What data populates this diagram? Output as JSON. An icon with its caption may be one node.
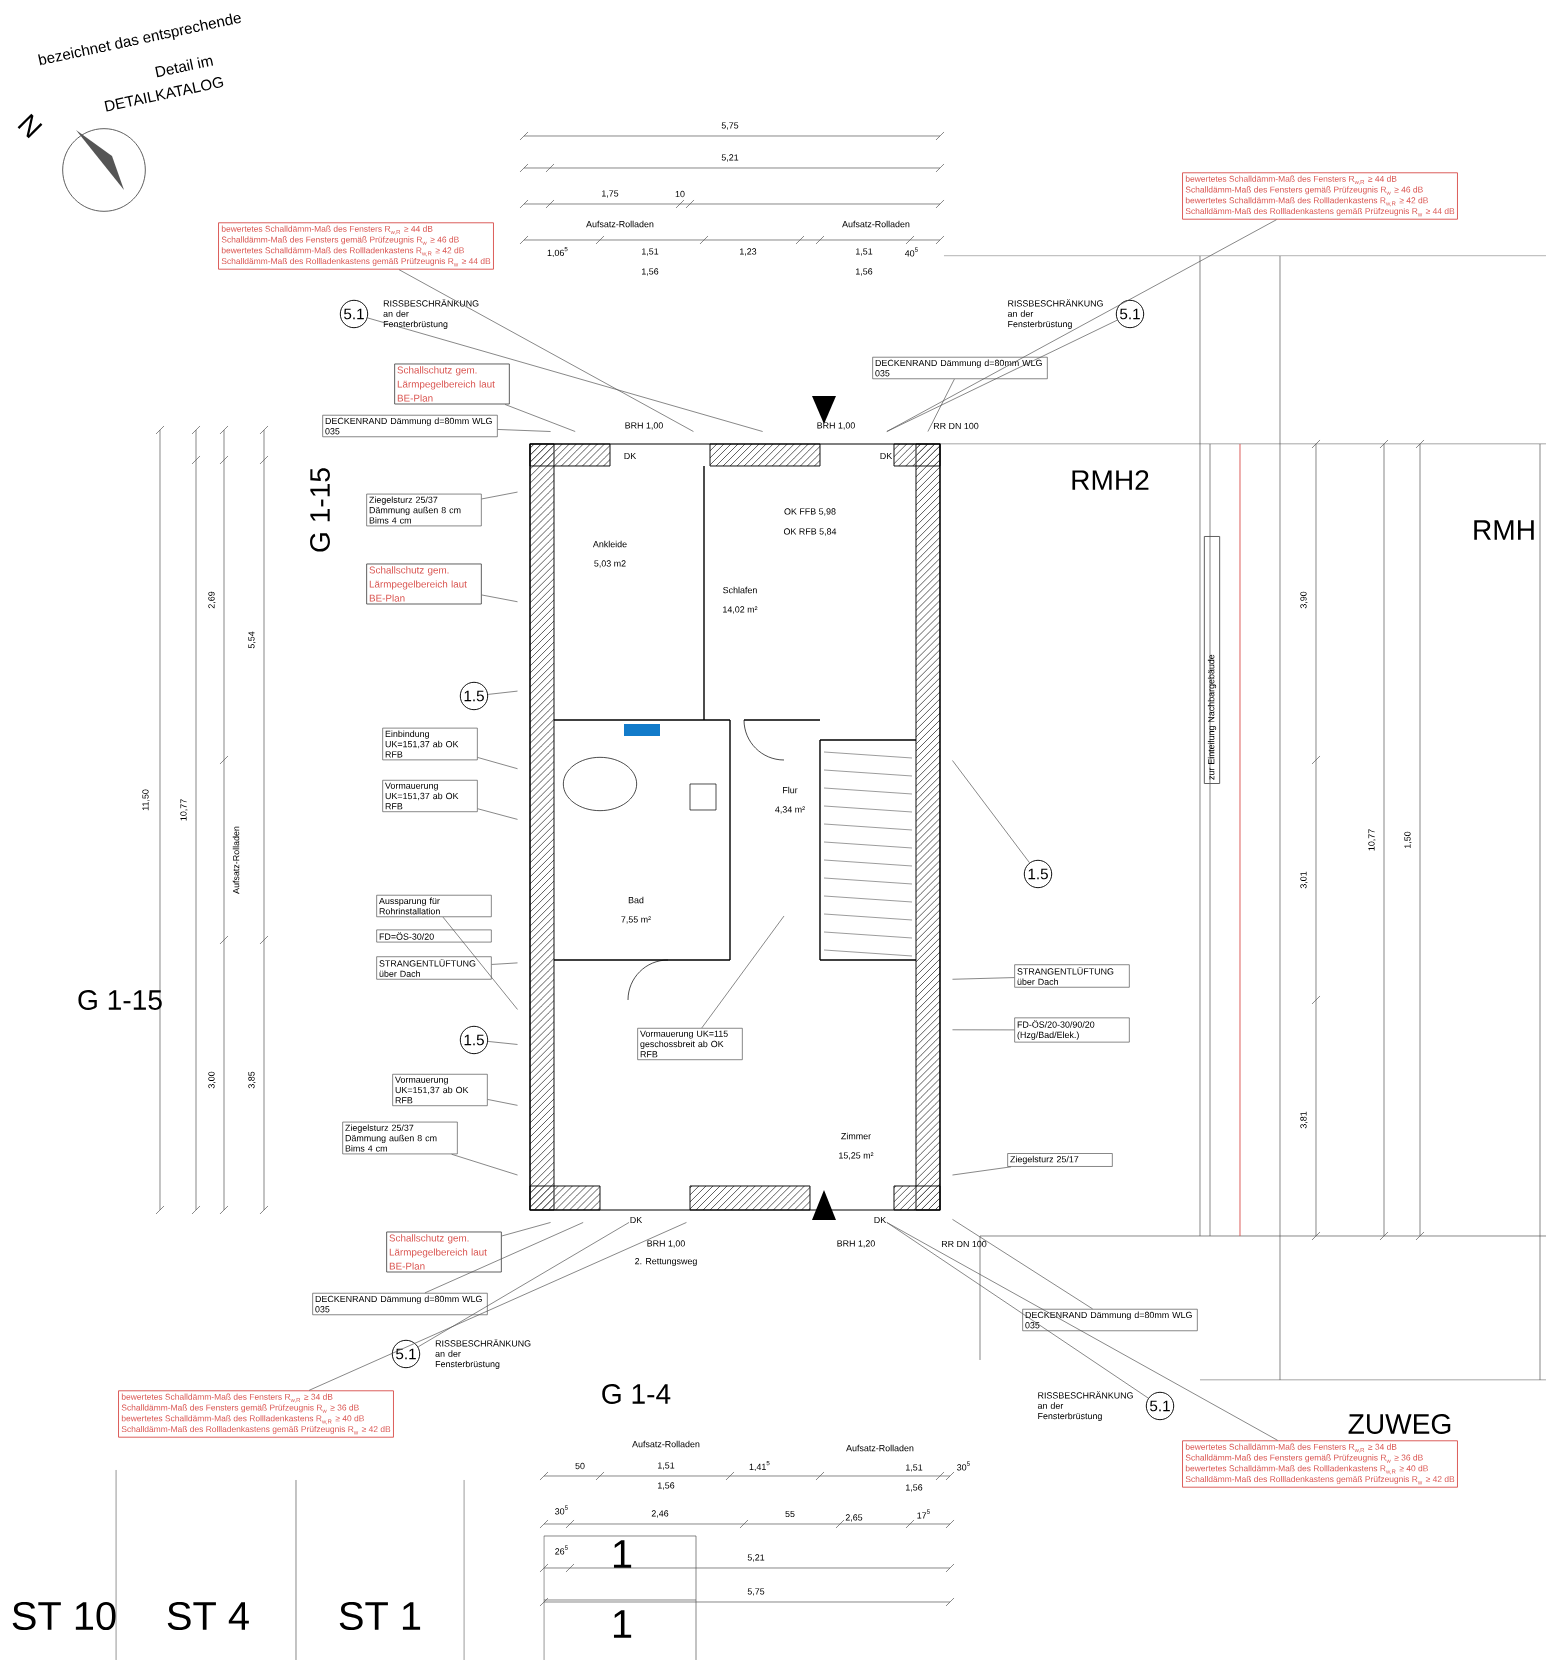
{
  "diagram": {
    "nodes": [
      {
        "text": [],
        "shape": "picture"
      },
      {
        "text": [
          "bewertetes Schalldämm-Maß des Fensters R$_{w,R}$ ≥ 44 dB",
          "Schalldämm-Maß des Fensters gemäß Prüfzeugnis R$_{w}$ ≥ 46 dB",
          "bewertetes Schalldämm-Maß des Rollladenkastens R$_{w,R}$ ≥ 42 dB",
          "Schalldämm-Maß des Rollladenkastens gemäß Prüfzeugnis R$_{w}$ ≥ 44 dB"
        ]
      },
      {
        "text": [
          "bewertetes Schalldämm-Maß des Fensters R$_{w,R}$ ≥ 44 dB",
          "Schalldämm-Maß des Fensters gemäß Prüfzeugnis R$_{w}$ ≥ 46 dB",
          "bewertetes Schalldämm-Maß des Rollladenkastens R$_{w,R}$ ≥ 42 dB",
          "Schalldämm-Maß des Rollladenkastens gemäß Prüfzeugnis R$_{w}$ ≥ 44 dB"
        ]
      },
      {
        "text": [
          "5.1"
        ],
        "beside": [
          "RISSBESCHRÄNKUNG an der Fensterbrüstung"
        ]
      },
      {
        "text": [
          "5.1"
        ],
        "beside": [
          "RISSBESCHRÄNKUNG an der Fensterbrüstung"
        ]
      },
      {
        "text": [
          "DECKENRAND Dämmung d=80mm WLG 035"
        ]
      },
      {
        "text": [
          "DECKENRAND Dämmung d=80mm WLG 035"
        ]
      },
      {
        "text": [
          "Schallschutz gem. Lärmpegelbereich laut BE-Plan"
        ]
      },
      {
        "text": [
          "Ziegelsturz 25/37 Dämmung außen 8 cm Bims 4 cm"
        ]
      },
      {
        "text": [
          "Schallschutz gem. Lärmpegelbereich laut BE-Plan"
        ]
      },
      {
        "text": [
          "1.5"
        ]
      },
      {
        "text": [
          "Einbindung UK=151,37 ab OK RFB"
        ]
      },
      {
        "text": [
          "Vormauerung UK=151,37 ab OK RFB"
        ]
      },
      {
        "text": [
          "Aussparung für Rohrinstallation"
        ]
      },
      {
        "text": [
          "FD=ÖS-30/20"
        ]
      },
      {
        "text": [
          "STRANGENTLÜFTUNG über Dach"
        ]
      },
      {
        "text": [
          "1.5"
        ]
      },
      {
        "text": [
          "Vormauerung UK=151,37 ab OK RFB"
        ]
      },
      {
        "text": [
          "Ziegelsturz 25/37 Dämmung außen 8 cm Bims 4 cm"
        ]
      },
      {
        "text": [
          "Schallschutz gem. Lärmpegelbereich laut BE-Plan"
        ]
      },
      {
        "text": [
          "DECKENRAND Dämmung d=80mm WLG 035"
        ]
      },
      {
        "text": [
          "5.1"
        ],
        "beside": [
          "RISSBESCHRÄNKUNG an der Fensterbrüstung"
        ]
      },
      {
        "text": [
          "bewertetes Schalldämm-Maß des Fensters R$_{w,R}$ ≥ 34 dB",
          "Schalldämm-Maß des Fensters gemäß Prüfzeugnis R$_{w}$ ≥ 36 dB",
          "bewertetes Schalldämm-Maß des Rollladenkastens R$_{w,R}$ ≥ 40 dB",
          "Schalldämm-Maß des Rollladenkastens gemäß Prüfzeugnis R$_{w}$ ≥ 42 dB"
        ]
      },
      {
        "text": [
          "Vormauerung UK=115 geschossbreit ab OK RFB"
        ],
        "in": 0
      },
      {
        "text": [
          "1.5"
        ]
      },
      {
        "text": [
          "STRANGENTLÜFTUNG über Dach"
        ]
      },
      {
        "text": [
          "FD-ÖS/20-30/90/20 (Hzg/Bad/Elek.)"
        ]
      },
      {
        "text": [
          "Ziegelsturz 25/17"
        ]
      },
      {
        "text": [
          "DECKENRAND Dämmung d=80mm WLG 035"
        ]
      },
      {
        "text": [
          "5.1"
        ],
        "beside": [
          "RISSBESCHRÄNKUNG an der Fensterbrüstung"
        ]
      },
      {
        "text": [
          "bewertetes Schalldämm-Maß des Fensters R$_{w,R}$ ≥ 34 dB",
          "Schalldämm-Maß des Fensters gemäß Prüfzeugnis R$_{w}$ ≥ 36 dB",
          "bewertetes Schalldämm-Maß des Rollladenkastens R$_{w,R}$ ≥ 40 dB",
          "Schalldämm-Maß des Rollladenkastens gemäß Prüfzeugnis R$_{w}$ ≥ 42 dB"
        ]
      },
      {
        "text": [
          "zur Einteilung Nachbargebäude"
        ]
      }
    ],
    "edges": [
      {
        "from": 1,
        "to": 0,
        "arrow": "none"
      },
      {
        "from": 2,
        "to": 0,
        "arrow": "none"
      },
      {
        "from": 3,
        "to": 0,
        "arrow": "none"
      },
      {
        "from": 4,
        "to": 0,
        "arrow": "none"
      },
      {
        "from": 5,
        "to": 0,
        "arrow": "none"
      },
      {
        "from": 6,
        "to": 0,
        "arrow": "none"
      },
      {
        "from": 7,
        "to": 0,
        "arrow": "none"
      },
      {
        "from": 8,
        "to": 0,
        "arrow": "none"
      },
      {
        "from": 9,
        "to": 0,
        "arrow": "none"
      },
      {
        "from": 10,
        "to": 0,
        "arrow": "none"
      },
      {
        "from": 11,
        "to": 0,
        "arrow": "none"
      },
      {
        "from": 12,
        "to": 0,
        "arrow": "none"
      },
      {
        "from": 13,
        "to": 0,
        "arrow": "none"
      },
      {
        "from": 15,
        "to": 0,
        "arrow": "none"
      },
      {
        "from": 16,
        "to": 0,
        "arrow": "none"
      },
      {
        "from": 17,
        "to": 0,
        "arrow": "none"
      },
      {
        "from": 18,
        "to": 0,
        "arrow": "none"
      },
      {
        "from": 19,
        "to": 0,
        "arrow": "none"
      },
      {
        "from": 20,
        "to": 0,
        "arrow": "none"
      },
      {
        "from": 21,
        "to": 0,
        "arrow": "none"
      },
      {
        "from": 22,
        "to": 0,
        "arrow": "none"
      },
      {
        "from": 23,
        "to": null,
        "arrow": "none"
      },
      {
        "from": 24,
        "to": 0,
        "arrow": "none"
      },
      {
        "from": 25,
        "to": 0,
        "arrow": "none"
      },
      {
        "from": 26,
        "to": 0,
        "arrow": "none"
      },
      {
        "from": 27,
        "to": 0,
        "arrow": "none"
      },
      {
        "from": 28,
        "to": 0,
        "arrow": "none"
      },
      {
        "from": 29,
        "to": 0,
        "arrow": "none"
      },
      {
        "from": 30,
        "to": 0,
        "arrow": "none"
      }
    ],
    "labels": [
      "bezeichnet das entsprechende",
      "Detail im",
      "DETAILKATALOG",
      "N",
      "5,75",
      "5,21",
      "1,75",
      "10",
      "Aufsatz-Rolladen",
      "Aufsatz-Rolladen",
      "1,06$^{5}$",
      "1,51",
      "1,56",
      "1,23",
      "1,51",
      "1,56",
      "40$^{5}$",
      "BRH 1,00",
      "BRH 1,00",
      "RR DN 100",
      "G 1-15",
      "Ankleide",
      "5,03 m2",
      "OK FFB 5,98",
      "OK RFB 5,84",
      "Schlafen",
      "14,02 m²",
      "RMH2",
      "RMH",
      "Flur",
      "4,34 m²",
      "Bad",
      "7,55 m²",
      "Zimmer",
      "15,25 m²",
      "G 1-15",
      "11,50",
      "10,77",
      "2,69",
      "5,54",
      "Aufsatz-Rolladen",
      "3,00",
      "3,85",
      "3,90",
      "3,01",
      "10,77",
      "1,50",
      "3,81",
      "DK",
      "DK",
      "DK",
      "DK",
      "BRH 1,00",
      "2. Rettungsweg",
      "BRH 1,20",
      "RR DN 100",
      "G 1-4",
      "ZUWEG",
      "Aufsatz-Rolladen",
      "Aufsatz-Rolladen",
      "50",
      "1,51",
      "1,56",
      "1,41$^{5}$",
      "1,51",
      "1,56",
      "30$^{5}$",
      "30$^{5}$",
      "2,46",
      "55",
      "2,65",
      "17$^{5}$",
      "26$^{5}$",
      "1",
      "5,21",
      "5,75",
      "ST 10",
      "ST 4",
      "ST 1",
      "1"
    ]
  }
}
